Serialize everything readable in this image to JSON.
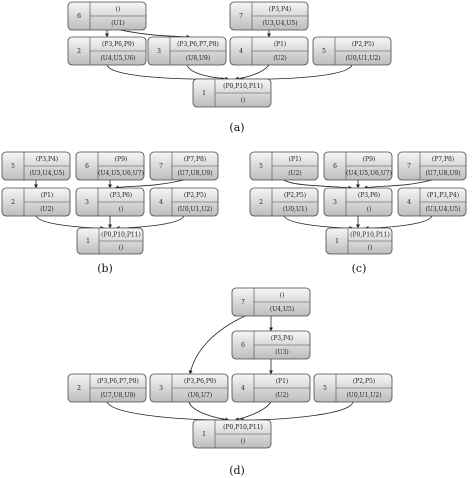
{
  "colors": {
    "box_top": "#f6f6f6",
    "box_bottom": "#bdbdbd",
    "stroke": "#4a4a4a",
    "text": "#222222",
    "edge": "#222222"
  },
  "diagrams": [
    {
      "caption": "(a)",
      "nodes": [
        {
          "id": "6",
          "top": "()",
          "bottom": "(U1)"
        },
        {
          "id": "7",
          "top": "(P3,P4)",
          "bottom": "(U3,U4,U5)"
        },
        {
          "id": "2",
          "top": "(P3,P6,P9)",
          "bottom": "(U4,U5,U6)"
        },
        {
          "id": "3",
          "top": "(P3,P6,P7,P8)",
          "bottom": "(U8,U9)"
        },
        {
          "id": "4",
          "top": "(P1)",
          "bottom": "(U2)"
        },
        {
          "id": "5",
          "top": "(P2,P5)",
          "bottom": "(U0,U1,U2)"
        },
        {
          "id": "1",
          "top": "(P0,P10,P11)",
          "bottom": "()"
        }
      ]
    },
    {
      "caption": "(b)",
      "nodes": [
        {
          "id": "5",
          "top": "(P3,P4)",
          "bottom": "(U3,U4,U5)"
        },
        {
          "id": "6",
          "top": "(P9)",
          "bottom": "(U4,U5,U6,U7)"
        },
        {
          "id": "7",
          "top": "(P7,P8)",
          "bottom": "(U7,U8,U9)"
        },
        {
          "id": "2",
          "top": "(P1)",
          "bottom": "(U2)"
        },
        {
          "id": "3",
          "top": "(P3,P6)",
          "bottom": "()"
        },
        {
          "id": "4",
          "top": "(P2,P5)",
          "bottom": "(U0,U1,U2)"
        },
        {
          "id": "1",
          "top": "(P0,P10,P11)",
          "bottom": "()"
        }
      ]
    },
    {
      "caption": "(c)",
      "nodes": [
        {
          "id": "5",
          "top": "(P1)",
          "bottom": "(U2)"
        },
        {
          "id": "6",
          "top": "(P9)",
          "bottom": "(U4,U5,U6,U7)"
        },
        {
          "id": "7",
          "top": "(P7,P8)",
          "bottom": "(U7,U8,U9)"
        },
        {
          "id": "2",
          "top": "(P2,P5)",
          "bottom": "(U0,U1)"
        },
        {
          "id": "3",
          "top": "(P3,P6)",
          "bottom": "()"
        },
        {
          "id": "4",
          "top": "(P1,P3,P4)",
          "bottom": "(U3,U4,U5)"
        },
        {
          "id": "1",
          "top": "(P0,P10,P11)",
          "bottom": "()"
        }
      ]
    },
    {
      "caption": "(d)",
      "nodes": [
        {
          "id": "7",
          "top": "()",
          "bottom": "(U4,U5)"
        },
        {
          "id": "6",
          "top": "(P3,P4)",
          "bottom": "(U3)"
        },
        {
          "id": "2",
          "top": "(P3,P6,P7,P8)",
          "bottom": "(U7,U8,U9)"
        },
        {
          "id": "3",
          "top": "(P3,P6,P9)",
          "bottom": "(U6,U7)"
        },
        {
          "id": "4",
          "top": "(P1)",
          "bottom": "(U2)"
        },
        {
          "id": "5",
          "top": "(P2,P5)",
          "bottom": "(U0,U1,U2)"
        },
        {
          "id": "1",
          "top": "(P0,P10,P11)",
          "bottom": "()"
        }
      ]
    }
  ]
}
